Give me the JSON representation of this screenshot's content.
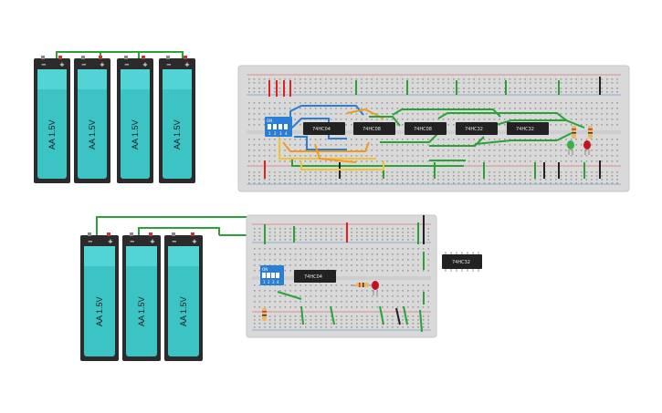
{
  "batteries": {
    "label": "AA 1.5V",
    "plus": "+",
    "minus": "−",
    "color_body": "#3cc3c3",
    "color_case": "#2b2b2b"
  },
  "chips": {
    "top": [
      "74HC04",
      "74HC08",
      "74HC08",
      "74HC32",
      "74HC32"
    ],
    "bottom": "74HC04",
    "loose": "74HC32"
  },
  "dip_switch": {
    "on_label": "ON",
    "numbers": [
      "1",
      "2",
      "3",
      "4"
    ]
  },
  "colors": {
    "breadboard": "#d9d9d9",
    "wire_green": "#2aa236",
    "wire_blue": "#2a7fd4",
    "wire_orange": "#f29a1d",
    "wire_yellow": "#f1c232",
    "wire_red": "#d22",
    "led_green": "#3cb043",
    "led_red": "#c1121f"
  }
}
